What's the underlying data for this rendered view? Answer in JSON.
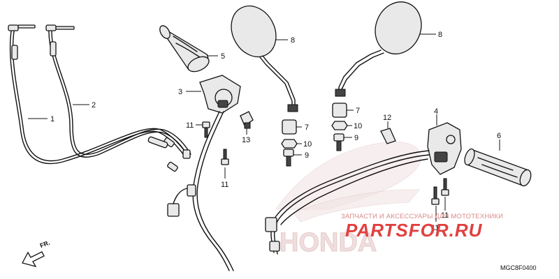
{
  "diagram": {
    "code": "MGC8F0400",
    "front_indicator": "FR."
  },
  "watermark": {
    "caption": "ЗАПЧАСТИ И АКСЕССУАРЫ ДЛЯ МОТОТЕХНИКИ",
    "logo": "PARTSFOR.RU",
    "brand": "HONDA"
  },
  "callouts": [
    "1",
    "2",
    "3",
    "4",
    "5",
    "6",
    "7",
    "7",
    "8",
    "8",
    "9",
    "9",
    "10",
    "10",
    "11",
    "11",
    "11",
    "11",
    "12",
    "13"
  ]
}
